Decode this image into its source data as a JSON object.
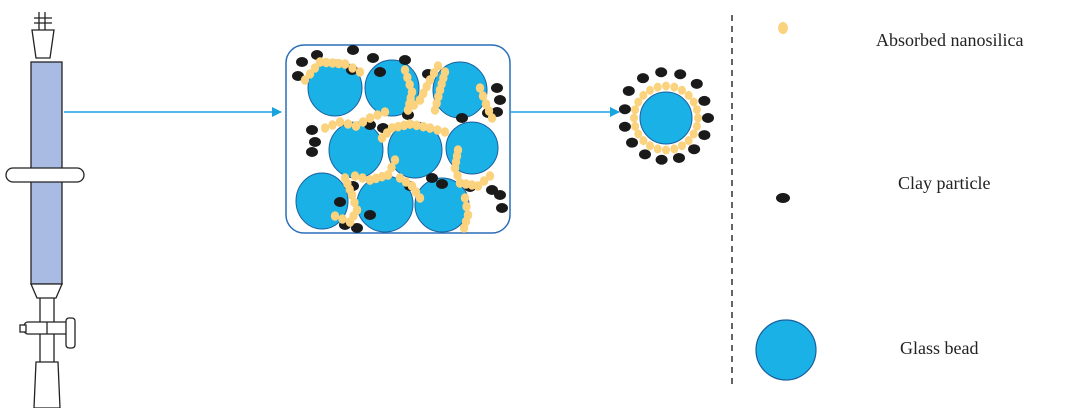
{
  "colors": {
    "glass_bead": "#1ab1e6",
    "nanosilica": "#fbd27e",
    "clay": "#1a1a1a",
    "column_fill": "#a9bbe3",
    "arrow": "#1aa3dd",
    "box_border": "#2a6fb8"
  },
  "legend": {
    "nanosilica": "Absorbed nanosilica",
    "clay": "Clay particle",
    "glass_bead": "Glass bead"
  }
}
